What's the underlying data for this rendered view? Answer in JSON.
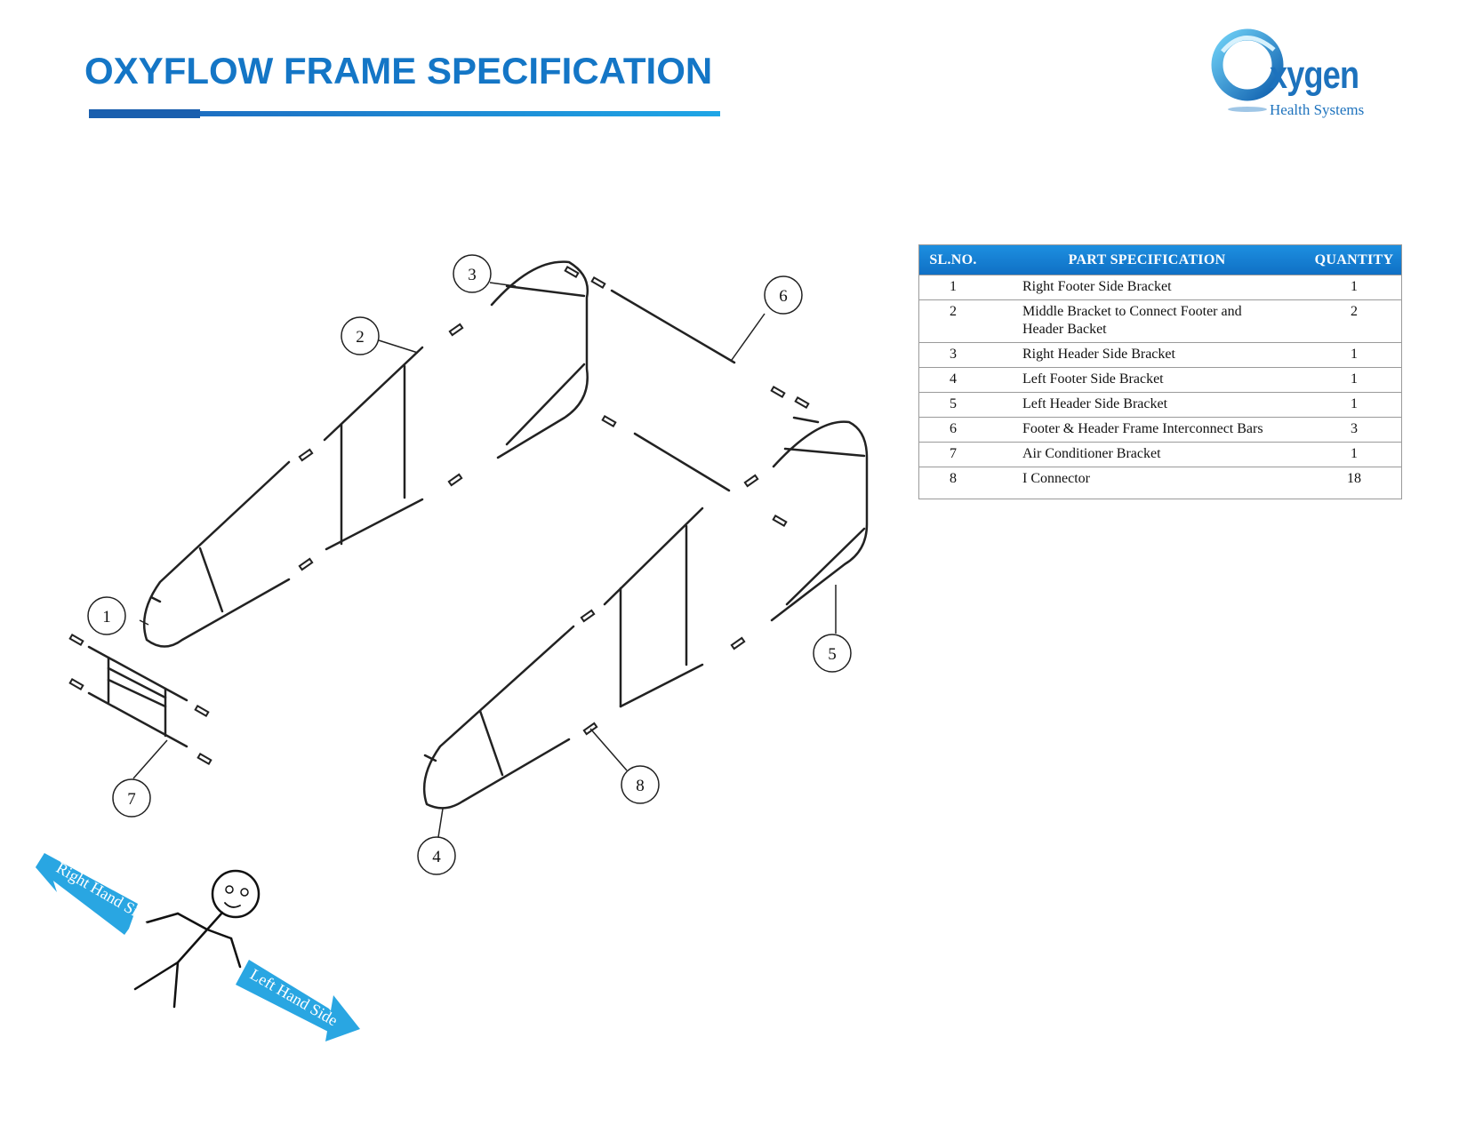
{
  "header": {
    "title": "OXYFLOW FRAME SPECIFICATION",
    "accent_color": "#1476c6"
  },
  "logo": {
    "word": "xygen",
    "subtitle": "Health Systems",
    "color": "#1d72bd"
  },
  "table": {
    "columns": [
      "SL.NO.",
      "PART SPECIFICATION",
      "QUANTITY"
    ],
    "header_color": "#1280d4",
    "rows": [
      {
        "no": "1",
        "spec": "Right Footer Side Bracket",
        "qty": "1"
      },
      {
        "no": "2",
        "spec": "Middle Bracket to Connect Footer and Header Backet",
        "qty": "2"
      },
      {
        "no": "3",
        "spec": "Right Header Side Bracket",
        "qty": "1"
      },
      {
        "no": "4",
        "spec": "Left Footer Side Bracket",
        "qty": "1"
      },
      {
        "no": "5",
        "spec": "Left Header Side Bracket",
        "qty": "1"
      },
      {
        "no": "6",
        "spec": "Footer & Header Frame Interconnect Bars",
        "qty": "3"
      },
      {
        "no": "7",
        "spec": "Air Conditioner Bracket",
        "qty": "1"
      },
      {
        "no": "8",
        "spec": "I Connector",
        "qty": "18"
      }
    ]
  },
  "callouts": [
    "1",
    "2",
    "3",
    "4",
    "5",
    "6",
    "7",
    "8"
  ],
  "arrows": {
    "right": "Right Hand Side",
    "left": "Left Hand Side",
    "color": "#29a6e2"
  },
  "icons": [
    "logo-swirl-icon",
    "stick-figure-icon",
    "connector-icon"
  ]
}
